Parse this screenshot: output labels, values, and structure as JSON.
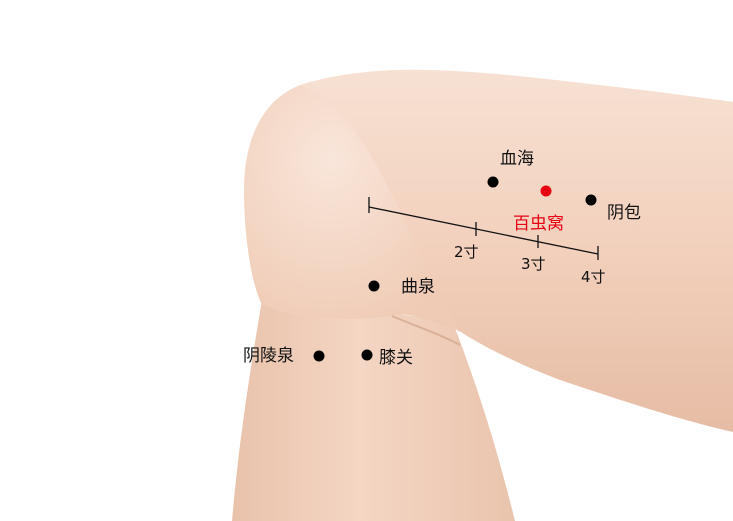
{
  "colors": {
    "skin": "#f3d4c0",
    "skin_shadow": "#dcae93",
    "point": "#000000",
    "highlight": "#e60012",
    "text": "#111111",
    "background": "#ffffff"
  },
  "points": [
    {
      "label": "血海",
      "highlight": false
    },
    {
      "label": "百虫窝",
      "highlight": true
    },
    {
      "label": "阴包",
      "highlight": false
    },
    {
      "label": "曲泉",
      "highlight": false
    },
    {
      "label": "膝关",
      "highlight": false
    },
    {
      "label": "阴陵泉",
      "highlight": false
    }
  ],
  "ruler": {
    "ticks": [
      "2寸",
      "3寸",
      "4寸"
    ]
  }
}
